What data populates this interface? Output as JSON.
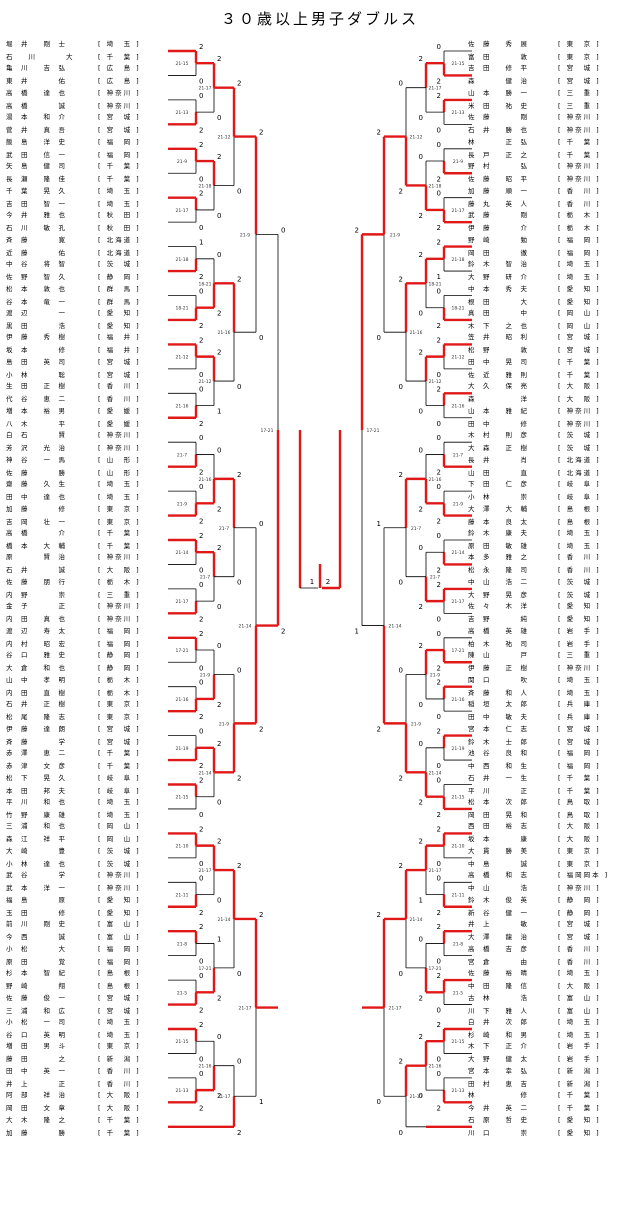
{
  "page": {
    "title": "３０歳以上男子ダブルス"
  },
  "bracket": {
    "left": [
      {
        "p1": "堀　井　　剛　士",
        "f1": "埼　玉",
        "p2": "石　　川　　　　大",
        "f2": "千　葉"
      },
      {
        "p1": "亀　川　　吉　弘",
        "f1": "広　島",
        "p2": "東　井　　　　佑",
        "f2": "広　島"
      },
      {
        "p1": "高　橋　　達　也",
        "f1": "神奈川",
        "p2": "高　橋　　　　誠",
        "f2": "神奈川"
      },
      {
        "p1": "湯　本　　和　介",
        "f1": "宮　城",
        "p2": "菅　井　　真　吾",
        "f2": "宮　城"
      },
      {
        "p1": "飯　島　　洋　史",
        "f1": "福　岡",
        "p2": "武　田　　信　一",
        "f2": "福　岡"
      },
      {
        "p1": "矢　島　　健　司",
        "f1": "千　葉",
        "p2": "長　瀬　　隆　佳",
        "f2": "千　葉"
      },
      {
        "p1": "千　葉　　晃　久",
        "f1": "埼　玉",
        "p2": "吉　田　　智　一",
        "f2": "埼　玉"
      },
      {
        "p1": "今　井　　雅　也",
        "f1": "秋　田",
        "p2": "石　川　　敏　孔",
        "f2": "秋　田"
      },
      {
        "p1": "斉　藤　　　　寛",
        "f1": "北海道",
        "p2": "近　藤　　　　佑",
        "f2": "北海道"
      },
      {
        "p1": "中　谷　　将　智",
        "f1": "茨　城",
        "p2": "佐　野　　智　久",
        "f2": "静　岡"
      },
      {
        "p1": "松　本　　敦　也",
        "f1": "群　馬",
        "p2": "谷　本　　竜　一",
        "f2": "群　馬"
      },
      {
        "p1": "渡　辺　　　　一",
        "f1": "愛　知",
        "p2": "黒　田　　　　浩",
        "f2": "愛　知"
      },
      {
        "p1": "伊　藤　　秀　樹",
        "f1": "福　井",
        "p2": "坂　本　　　　修",
        "f2": "福　井"
      },
      {
        "p1": "島　田　　英　司",
        "f1": "宮　城",
        "p2": "小　林　　　　聡",
        "f2": "宮　城"
      },
      {
        "p1": "生　田　　正　樹",
        "f1": "香　川",
        "p2": "代　谷　　恵　二",
        "f2": "香　川"
      },
      {
        "p1": "増　本　　裕　男",
        "f1": "愛　媛",
        "p2": "八　木　　　　平",
        "f2": "愛　媛"
      },
      {
        "p1": "白　石　　　　賢",
        "f1": "神奈川",
        "p2": "芳　沢　　光　治",
        "f2": "神奈川"
      },
      {
        "p1": "神　谷　　一　馬",
        "f1": "山　形",
        "p2": "佐　藤　　　　勝",
        "f2": "山　形"
      },
      {
        "p1": "齋　藤　　久　生",
        "f1": "埼　玉",
        "p2": "田　中　　達　也",
        "f2": "埼　玉"
      },
      {
        "p1": "加　藤　　　　修",
        "f1": "東　京",
        "p2": "吉　岡　　壮　一",
        "f2": "東　京"
      },
      {
        "p1": "高　橋　　　　介",
        "f1": "千　葉",
        "p2": "橋　本　　大　輔",
        "f2": "千　葉"
      },
      {
        "p1": "原　　　　賢　治",
        "f1": "神奈川",
        "p2": "石　井　　　　誠",
        "f2": "大　阪"
      },
      {
        "p1": "佐　藤　　朋　行",
        "f1": "栃　木",
        "p2": "内　野　　　　崇",
        "f2": "三　重"
      },
      {
        "p1": "金　子　　　　正",
        "f1": "神奈川",
        "p2": "内　田　　真　也",
        "f2": "神奈川"
      },
      {
        "p1": "渡　辺　　寿　太",
        "f1": "福　岡",
        "p2": "内　村　　昭　宏",
        "f2": "福　岡"
      },
      {
        "p1": "谷　口　　雅　史",
        "f1": "静　岡",
        "p2": "大　倉　　和　也",
        "f2": "静　岡"
      },
      {
        "p1": "山　中　　孝　明",
        "f1": "栃　木",
        "p2": "内　田　　直　樹",
        "f2": "栃　木"
      },
      {
        "p1": "石　井　　正　樹",
        "f1": "東　京",
        "p2": "松　尾　　隆　志",
        "f2": "東　京"
      },
      {
        "p1": "伊　藤　　達　朗",
        "f1": "宮　城",
        "p2": "斉　藤　　　　学",
        "f2": "宮　城"
      },
      {
        "p1": "赤　澤　　恵　二",
        "f1": "千　葉",
        "p2": "赤　津　　文　彦",
        "f2": "千　葉"
      },
      {
        "p1": "松　下　　晃　久",
        "f1": "岐　阜",
        "p2": "本　田　　邦　夫",
        "f2": "岐　阜"
      },
      {
        "p1": "平　川　　和　也",
        "f1": "埼　玉",
        "p2": "竹　野　　康　雄",
        "f2": "埼　玉"
      },
      {
        "p1": "三　浦　　和　也",
        "f1": "岡　山",
        "p2": "森　江　　祥　平",
        "f2": "岡　山"
      },
      {
        "p1": "大　崎　　　　豊",
        "f1": "茨　城",
        "p2": "小　林　　達　也",
        "f2": "茨　城"
      },
      {
        "p1": "武　谷　　　　学",
        "f1": "神奈川",
        "p2": "武　本　　洋　一",
        "f2": "神奈川"
      },
      {
        "p1": "福　島　　　　原",
        "f1": "愛　知",
        "p2": "玉　田　　　　修",
        "f2": "愛　知"
      },
      {
        "p1": "前　川　　剛　史",
        "f1": "富　山",
        "p2": "今　西　　　　誠",
        "f2": "富　山"
      },
      {
        "p1": "小　松　　　　大",
        "f1": "福　岡",
        "p2": "原　田　　　　覚",
        "f2": "福　岡"
      },
      {
        "p1": "杉　本　　智　紀",
        "f1": "島　根",
        "p2": "野　崎　　　　翔",
        "f2": "島　根"
      },
      {
        "p1": "佐　藤　　俊　一",
        "f1": "宮　城",
        "p2": "三　浦　　和　広",
        "f2": "宮　城"
      },
      {
        "p1": "小　松　　一　司",
        "f1": "埼　玉",
        "p2": "谷　口　　英　明",
        "f2": "埼　玉"
      },
      {
        "p1": "増　田　　男　斗",
        "f1": "東　京",
        "p2": "藤　田　　　　之",
        "f2": "新　潟"
      },
      {
        "p1": "田　中　　英　一",
        "f1": "香　川",
        "p2": "井　上　　　　正",
        "f2": "香　川"
      },
      {
        "p1": "阿　部　　祥　治",
        "f1": "大　阪",
        "p2": "岡　田　　文　章",
        "f2": "大　阪"
      },
      {
        "p1": "大　木　　隆　之",
        "f1": "千　葉",
        "p2": "加　藤　　　　勝",
        "f2": "千　葉"
      }
    ],
    "right": [
      {
        "p1": "佐　藤　　秀　展",
        "f1": "東　京",
        "p2": "富　田　　　　敦",
        "f2": "東　京"
      },
      {
        "p1": "吉　田　　修　平",
        "f1": "宮　城",
        "p2": "森　　　　健　治",
        "f2": "宮　城"
      },
      {
        "p1": "山　本　　勝　一",
        "f1": "三　重",
        "p2": "米　田　　祐　史",
        "f2": "三　重"
      },
      {
        "p1": "佐　藤　　　　剛",
        "f1": "神奈川",
        "p2": "石　井　　勝　也",
        "f2": "神奈川"
      },
      {
        "p1": "林　　　　正　弘",
        "f1": "千　葉",
        "p2": "長　戸　　正　之",
        "f2": "千　葉"
      },
      {
        "p1": "野　村　　　　弘",
        "f1": "神奈川",
        "p2": "佐　藤　　昭　平",
        "f2": "神奈川"
      },
      {
        "p1": "加　藤　　順　一",
        "f1": "香　川",
        "p2": "藤　丸　　英　人",
        "f2": "香　川"
      },
      {
        "p1": "武　藤　　　　剛",
        "f1": "栃　木",
        "p2": "伊　藤　　　　介",
        "f2": "栃　木"
      },
      {
        "p1": "野　崎　　　　勉",
        "f1": "福　岡",
        "p2": "岡　田　　　　徹",
        "f2": "福　岡"
      },
      {
        "p1": "鈴　木　　智　治",
        "f1": "埼　玉",
        "p2": "大　野　　研　介",
        "f2": "埼　玉"
      },
      {
        "p1": "中　本　　秀　夫",
        "f1": "愛　知",
        "p2": "根　田　　　　大",
        "f2": "愛　知"
      },
      {
        "p1": "真　田　　　　中",
        "f1": "岡　山",
        "p2": "木　下　　之　也",
        "f2": "岡　山"
      },
      {
        "p1": "笠　井　　昭　利",
        "f1": "宮　城",
        "p2": "松　野　　　　敦",
        "f2": "宮　城"
      },
      {
        "p1": "田　中　　晃　司",
        "f1": "千　葉",
        "p2": "佐　近　　雅　則",
        "f2": "千　葉"
      },
      {
        "p1": "大　久　　保　亮",
        "f1": "大　阪",
        "p2": "森　　　　　　洋",
        "f2": "大　阪"
      },
      {
        "p1": "山　本　　雅　紀",
        "f1": "神奈川",
        "p2": "田　中　　　　修",
        "f2": "神奈川"
      },
      {
        "p1": "木　村　　則　彦",
        "f1": "茨　城",
        "p2": "大　森　　正　樹",
        "f2": "茨　城"
      },
      {
        "p1": "長　井　　　　肖",
        "f1": "北海道",
        "p2": "山　田　　　　直",
        "f2": "北海道"
      },
      {
        "p1": "下　田　　仁　彦",
        "f1": "岐　阜",
        "p2": "小　林　　　　崇",
        "f2": "岐　阜"
      },
      {
        "p1": "大　澤　　大　輔",
        "f1": "島　根",
        "p2": "藤　本　　良　太",
        "f2": "島　根"
      },
      {
        "p1": "鈴　木　　康　夫",
        "f1": "埼　玉",
        "p2": "原　田　　敏　雄",
        "f2": "埼　玉"
      },
      {
        "p1": "本　多　　雅　之",
        "f1": "香　川",
        "p2": "松　永　　隆　司",
        "f2": "香　川"
      },
      {
        "p1": "中　山　　浩　二",
        "f1": "茨　城",
        "p2": "大　野　　晃　彦",
        "f2": "茨　城"
      },
      {
        "p1": "佐　々　　木　洋",
        "f1": "愛　知",
        "p2": "吉　野　　　　純",
        "f2": "愛　知"
      },
      {
        "p1": "高　橋　　英　雄",
        "f1": "岩　手",
        "p2": "柏　木　　祐　司",
        "f2": "岩　手"
      },
      {
        "p1": "陳　山　　　　戸",
        "f1": "三　重",
        "p2": "伊　藤　　正　樹",
        "f2": "神奈川"
      },
      {
        "p1": "関　口　　　　吹",
        "f1": "埼　玉",
        "p2": "斉　藤　　和　人",
        "f2": "埼　玉"
      },
      {
        "p1": "稲　垣　　太　郎",
        "f1": "兵　庫",
        "p2": "田　中　　敏　夫",
        "f2": "兵　庫"
      },
      {
        "p1": "宮　本　　仁　志",
        "f1": "宮　城",
        "p2": "鈴　木　　士　郎",
        "f2": "宮　城"
      },
      {
        "p1": "池　谷　　良　和",
        "f1": "福　岡",
        "p2": "中　西　　和　生",
        "f2": "福　岡"
      },
      {
        "p1": "石　井　　一　生",
        "f1": "千　葉",
        "p2": "平　川　　　　正",
        "f2": "千　葉"
      },
      {
        "p1": "松　本　　次　郎",
        "f1": "鳥　取",
        "p2": "岡　田　　晃　和",
        "f2": "鳥　取"
      },
      {
        "p1": "西　田　　裕　志",
        "f1": "大　阪",
        "p2": "坂　本　　　　康",
        "f2": "大　阪"
      },
      {
        "p1": "大　貫　　勝　美",
        "f1": "東　京",
        "p2": "中　島　　　　誠",
        "f2": "東　京"
      },
      {
        "p1": "高　橋　　和　志",
        "f1": "福岡岡本",
        "p2": "中　山　　　　浩",
        "f2": "神奈川"
      },
      {
        "p1": "鈴　木　　俊　英",
        "f1": "静　岡",
        "p2": "新　谷　　健　一",
        "f2": "静　岡"
      },
      {
        "p1": "井　上　　　　敏",
        "f1": "宮　城",
        "p2": "大　澤　　龍　治",
        "f2": "宮　城"
      },
      {
        "p1": "高　橋　　吉　彦",
        "f1": "香　川",
        "p2": "宮　倉　　　　由",
        "f2": "香　川"
      },
      {
        "p1": "佐　藤　　裕　晴",
        "f1": "埼　玉",
        "p2": "中　田　　隆　信",
        "f2": "大　阪"
      },
      {
        "p1": "古　林　　　　浩",
        "f1": "富　山",
        "p2": "川　下　　雅　人",
        "f2": "富　山"
      },
      {
        "p1": "白　井　　次　郎",
        "f1": "埼　玉",
        "p2": "杉　崎　　和　男",
        "f2": "埼　玉"
      },
      {
        "p1": "木　下　　正　介",
        "f1": "岩　手",
        "p2": "大　野　　健　太",
        "f2": "岩　手"
      },
      {
        "p1": "宮　本　　幸　弘",
        "f1": "新　潟",
        "p2": "田　村　　恵　吉",
        "f2": "新　潟"
      },
      {
        "p1": "林　　　　　　修",
        "f1": "千　葉",
        "p2": "今　井　　英　二",
        "f2": "千　葉"
      },
      {
        "p1": "石　原　　哲　史",
        "f1": "愛　知",
        "p2": "川　口　　　　崇",
        "f2": "愛　知"
      }
    ],
    "results": {
      "left_r1_scores": [
        "2",
        "0",
        "0",
        "2",
        "2",
        "0",
        "2",
        "0",
        "1",
        "2",
        "0",
        "2",
        "2",
        "0",
        "0",
        "2",
        "0",
        "2",
        "0",
        "2",
        "2",
        "0",
        "0",
        "2",
        "2",
        "0",
        "0",
        "2",
        "0",
        "2",
        "2",
        "0",
        "2",
        "0",
        "0",
        "2",
        "2",
        "0",
        "0",
        "2",
        "2",
        "0",
        "0",
        "2",
        "2",
        "0"
      ],
      "right_r1_scores": [
        "0",
        "2",
        "2",
        "0",
        "0",
        "2",
        "0",
        "2",
        "2",
        "1",
        "0",
        "2",
        "2",
        "0",
        "2",
        "0",
        "0",
        "2",
        "0",
        "2",
        "0",
        "2",
        "2",
        "0",
        "0",
        "2",
        "2",
        "0",
        "2",
        "0",
        "0",
        "2",
        "2",
        "0",
        "0",
        "2",
        "2",
        "0",
        "2",
        "0",
        "2",
        "0",
        "0",
        "2",
        "0"
      ],
      "left_r2_scores": [
        "2",
        "0",
        "2",
        "0",
        "0",
        "2",
        "2",
        "1",
        "0",
        "2",
        "2",
        "0",
        "0",
        "2",
        "2",
        "0",
        "2",
        "0",
        "1",
        "2",
        "0",
        "2"
      ],
      "right_r2_scores": [
        "2",
        "0",
        "0",
        "2",
        "2",
        "0",
        "2",
        "0",
        "0",
        "2",
        "0",
        "2",
        "2",
        "0",
        "0",
        "2",
        "2",
        "1",
        "0",
        "2",
        "2",
        "0"
      ],
      "left_r3_scores": [
        "2",
        "0",
        "2",
        "0",
        "2",
        "0",
        "0",
        "2",
        "2",
        "0",
        "0",
        "2"
      ],
      "right_r3_scores": [
        "0",
        "2",
        "2",
        "0",
        "2",
        "0",
        "0",
        "2",
        "2",
        "0",
        "2",
        "0"
      ],
      "left_r4_scores": [
        "2",
        "0",
        "0",
        "2",
        "2",
        "1"
      ],
      "right_r4_scores": [
        "2",
        "0",
        "1",
        "2",
        "2",
        "0"
      ],
      "left_sf_scores": [
        "0",
        "2"
      ],
      "right_sf_scores": [
        "2",
        "1"
      ],
      "final": {
        "left": "1",
        "right": "2"
      },
      "set_scores": [
        "21-15",
        "21-13",
        "21-9",
        "21-17",
        "21-18",
        "18-21",
        "21-12",
        "21-16",
        "21-7",
        "21-9",
        "21-14",
        "21-17",
        "17-21",
        "21-16",
        "21-19",
        "21-15",
        "21-10",
        "21-11",
        "21-8",
        "21-5"
      ]
    }
  }
}
